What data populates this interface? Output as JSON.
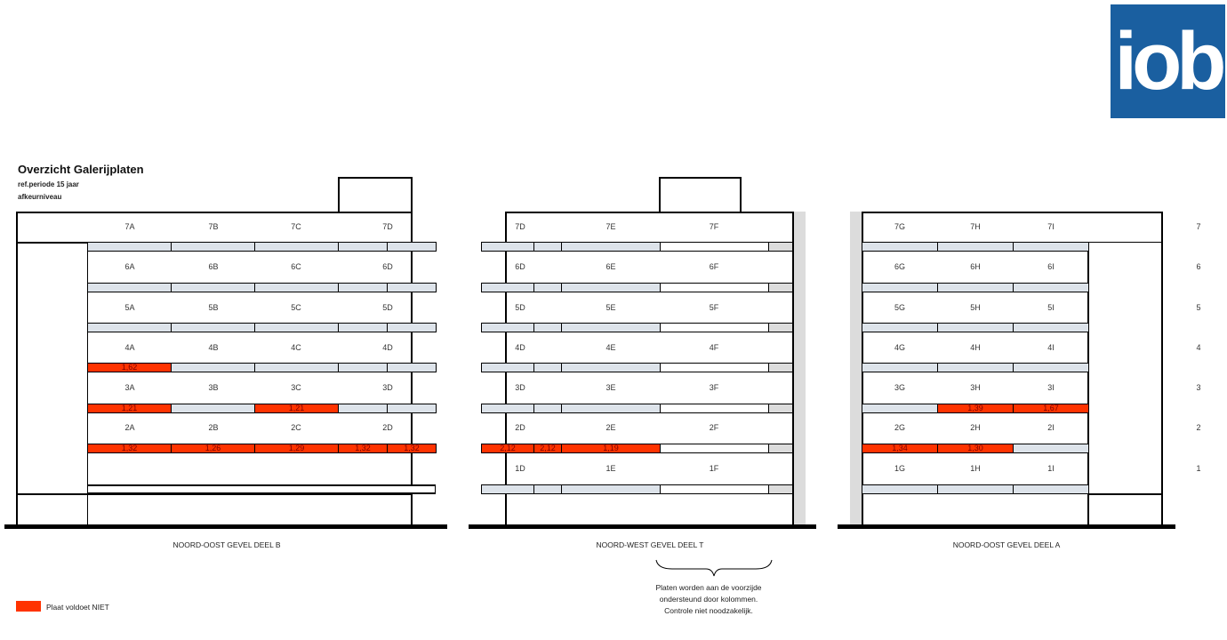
{
  "header": {
    "title": "Overzicht Galerijplaten",
    "subtitle1": "ref.periode 15 jaar",
    "subtitle2": "afkeurniveau",
    "logo_text": "iob"
  },
  "colors": {
    "fail": "#ff3300",
    "ok": "#dde3ea",
    "logo": "#1a5fa0"
  },
  "buildings": [
    {
      "name": "NOORD-OOST GEVEL DEEL B",
      "rows": [
        [
          "7A",
          "7B",
          "7C",
          "7D"
        ],
        [
          "6A",
          "6B",
          "6C",
          "6D"
        ],
        [
          "5A",
          "5B",
          "5C",
          "5D"
        ],
        [
          "4A",
          "4B",
          "4C",
          "4D"
        ],
        [
          "3A",
          "3B",
          "3C",
          "3D"
        ],
        [
          "2A",
          "2B",
          "2C",
          "2D"
        ]
      ],
      "slabs": [
        [
          [
            "ok"
          ],
          [
            "ok"
          ],
          [
            "ok"
          ],
          [
            "ok"
          ],
          [
            "ok"
          ]
        ],
        [
          [
            "ok"
          ],
          [
            "ok"
          ],
          [
            "ok"
          ],
          [
            "ok"
          ],
          [
            "ok"
          ]
        ],
        [
          [
            "ok"
          ],
          [
            "ok"
          ],
          [
            "ok"
          ],
          [
            "ok"
          ],
          [
            "ok"
          ]
        ],
        [
          [
            "fail",
            "1,62"
          ],
          [
            "ok"
          ],
          [
            "ok"
          ],
          [
            "ok"
          ],
          [
            "ok"
          ]
        ],
        [
          [
            "fail",
            "1,21"
          ],
          [
            "ok"
          ],
          [
            "fail",
            "1,21"
          ],
          [
            "ok"
          ],
          [
            "ok"
          ]
        ],
        [
          [
            "fail",
            "1,32"
          ],
          [
            "fail",
            "1,26"
          ],
          [
            "fail",
            "1,29"
          ],
          [
            "fail",
            "1,32"
          ],
          [
            "fail",
            "1,32"
          ]
        ],
        [
          [
            "white"
          ]
        ]
      ]
    },
    {
      "name": "NOORD-WEST GEVEL DEEL T",
      "rows": [
        [
          "7D",
          "7E",
          "7F"
        ],
        [
          "6D",
          "6E",
          "6F"
        ],
        [
          "5D",
          "5E",
          "5F"
        ],
        [
          "4D",
          "4E",
          "4F"
        ],
        [
          "3D",
          "3E",
          "3F"
        ],
        [
          "2D",
          "2E",
          "2F"
        ],
        [
          "1D",
          "1E",
          "1F"
        ]
      ],
      "slabs": [
        [
          [
            "ok"
          ],
          [
            "ok"
          ],
          [
            "ok"
          ],
          [
            "white"
          ],
          [
            "grey"
          ]
        ],
        [
          [
            "ok"
          ],
          [
            "ok"
          ],
          [
            "ok"
          ],
          [
            "white"
          ],
          [
            "grey"
          ]
        ],
        [
          [
            "ok"
          ],
          [
            "ok"
          ],
          [
            "ok"
          ],
          [
            "white"
          ],
          [
            "grey"
          ]
        ],
        [
          [
            "ok"
          ],
          [
            "ok"
          ],
          [
            "ok"
          ],
          [
            "white"
          ],
          [
            "grey"
          ]
        ],
        [
          [
            "ok"
          ],
          [
            "ok"
          ],
          [
            "ok"
          ],
          [
            "white"
          ],
          [
            "grey"
          ]
        ],
        [
          [
            "fail",
            "2,12"
          ],
          [
            "fail",
            "2,12"
          ],
          [
            "fail",
            "1,19"
          ],
          [
            "white"
          ],
          [
            "grey"
          ]
        ],
        [
          [
            "ok"
          ],
          [
            "ok"
          ],
          [
            "ok"
          ],
          [
            "white"
          ],
          [
            "grey"
          ]
        ]
      ]
    },
    {
      "name": "NOORD-OOST GEVEL DEEL A",
      "rows": [
        [
          "7G",
          "7H",
          "7I"
        ],
        [
          "6G",
          "6H",
          "6I"
        ],
        [
          "5G",
          "5H",
          "5I"
        ],
        [
          "4G",
          "4H",
          "4I"
        ],
        [
          "3G",
          "3H",
          "3I"
        ],
        [
          "2G",
          "2H",
          "2I"
        ],
        [
          "1G",
          "1H",
          "1I"
        ]
      ],
      "slabs": [
        [
          [
            "ok"
          ],
          [
            "ok"
          ],
          [
            "ok"
          ]
        ],
        [
          [
            "ok"
          ],
          [
            "ok"
          ],
          [
            "ok"
          ]
        ],
        [
          [
            "ok"
          ],
          [
            "ok"
          ],
          [
            "ok"
          ]
        ],
        [
          [
            "ok"
          ],
          [
            "ok"
          ],
          [
            "ok"
          ]
        ],
        [
          [
            "ok"
          ],
          [
            "fail",
            "1,39"
          ],
          [
            "fail",
            "1,67"
          ]
        ],
        [
          [
            "fail",
            "1,34"
          ],
          [
            "fail",
            "1,30"
          ],
          [
            "ok"
          ]
        ],
        [
          [
            "ok"
          ],
          [
            "ok"
          ],
          [
            "ok"
          ]
        ]
      ]
    }
  ],
  "floor_numbers": [
    "7",
    "6",
    "5",
    "4",
    "3",
    "2",
    "1"
  ],
  "note": {
    "line1": "Platen worden aan de voorzijde",
    "line2": "ondersteund door kolommen.",
    "line3": "Controle niet noodzakelijk."
  },
  "legend": {
    "label": "Plaat voldoet NIET"
  }
}
